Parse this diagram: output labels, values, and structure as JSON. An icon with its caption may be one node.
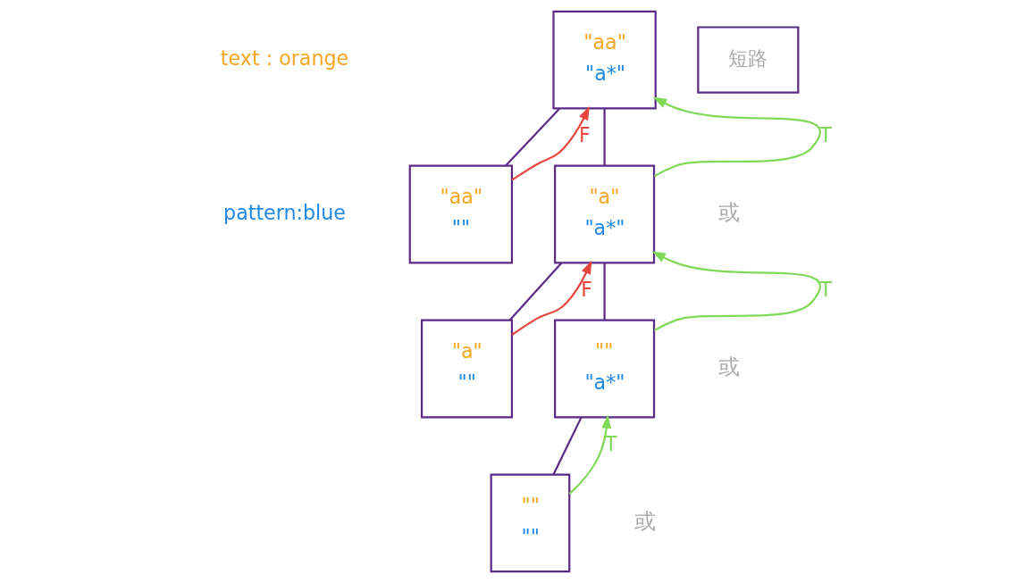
{
  "diagram": {
    "nodes": [
      {
        "text": [
          "\"aa\"",
          "\"a*\""
        ]
      },
      {
        "text": [
          "\"aa\"",
          "\"\""
        ]
      },
      {
        "text": [
          "\"a\"",
          "\"a*\""
        ]
      },
      {
        "text": [
          "\"a\"",
          "\"\""
        ]
      },
      {
        "text": [
          "\"\"",
          "\"a*\""
        ]
      },
      {
        "text": [
          "\"\"",
          "\"\""
        ]
      },
      {
        "text": [
          "短路"
        ]
      }
    ],
    "edges": [
      {
        "from": 0,
        "to": 1,
        "arrow": "none"
      },
      {
        "from": 1,
        "to": 0,
        "arrow": "to",
        "label": "F",
        "color": "#e8453c"
      },
      {
        "from": 0,
        "to": 2,
        "arrow": "none"
      },
      {
        "from": 2,
        "to": 0,
        "arrow": "to",
        "label": "T",
        "color": "#7ed957"
      },
      {
        "from": 2,
        "to": 3,
        "arrow": "none"
      },
      {
        "from": 3,
        "to": 2,
        "arrow": "to",
        "label": "F",
        "color": "#e8453c"
      },
      {
        "from": 2,
        "to": 4,
        "arrow": "none"
      },
      {
        "from": 4,
        "to": 2,
        "arrow": "to",
        "label": "T",
        "color": "#7ed957"
      },
      {
        "from": 4,
        "to": 5,
        "arrow": "none"
      },
      {
        "from": 5,
        "to": 4,
        "arrow": "to",
        "label": "T",
        "color": "#7ed957"
      }
    ],
    "labels": [
      "或",
      "或",
      "或"
    ],
    "legend": [
      {
        "text": "text : orange",
        "color": "#f5a623"
      },
      {
        "text": "pattern:blue",
        "color": "#1e88e5"
      }
    ]
  }
}
